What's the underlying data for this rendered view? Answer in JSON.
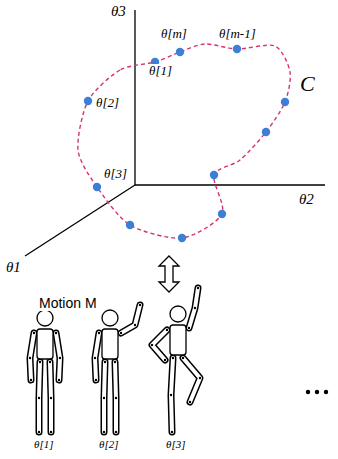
{
  "diagram": {
    "labels": [
      "θ3",
      "θ2",
      "θ1",
      "θ[m]",
      "θ[m-1]",
      "θ[1]",
      "θ[2]",
      "θ[3]",
      "C",
      "Motion M",
      "θ[1]",
      "θ[2]",
      "θ[3]"
    ]
  }
}
